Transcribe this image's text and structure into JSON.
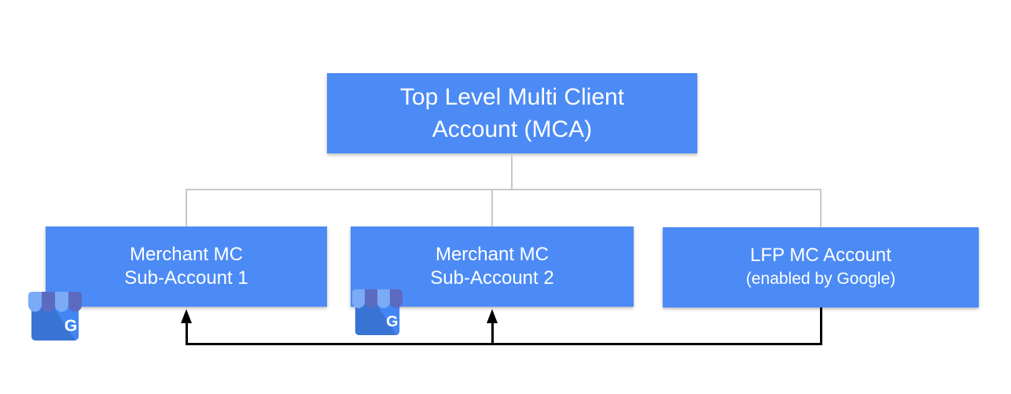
{
  "colors": {
    "node_fill": "#4C8BF5",
    "node_text": "#FFFFFF",
    "tree_line": "#C9C9C9",
    "flow_line": "#000000",
    "awning_light": "#7BAAF7",
    "awning_dark": "#5C6BC0",
    "icon_body": "#4285F4"
  },
  "nodes": {
    "mca": {
      "line1": "Top Level Multi Client",
      "line2": "Account (MCA)"
    },
    "sub1": {
      "line1": "Merchant MC",
      "line2": "Sub-Account 1"
    },
    "sub2": {
      "line1": "Merchant MC",
      "line2": "Sub-Account 2"
    },
    "lfp": {
      "line1": "LFP MC Account",
      "line2": "(enabled by Google)"
    }
  },
  "icon": {
    "name": "google-my-business",
    "letter": "G"
  }
}
